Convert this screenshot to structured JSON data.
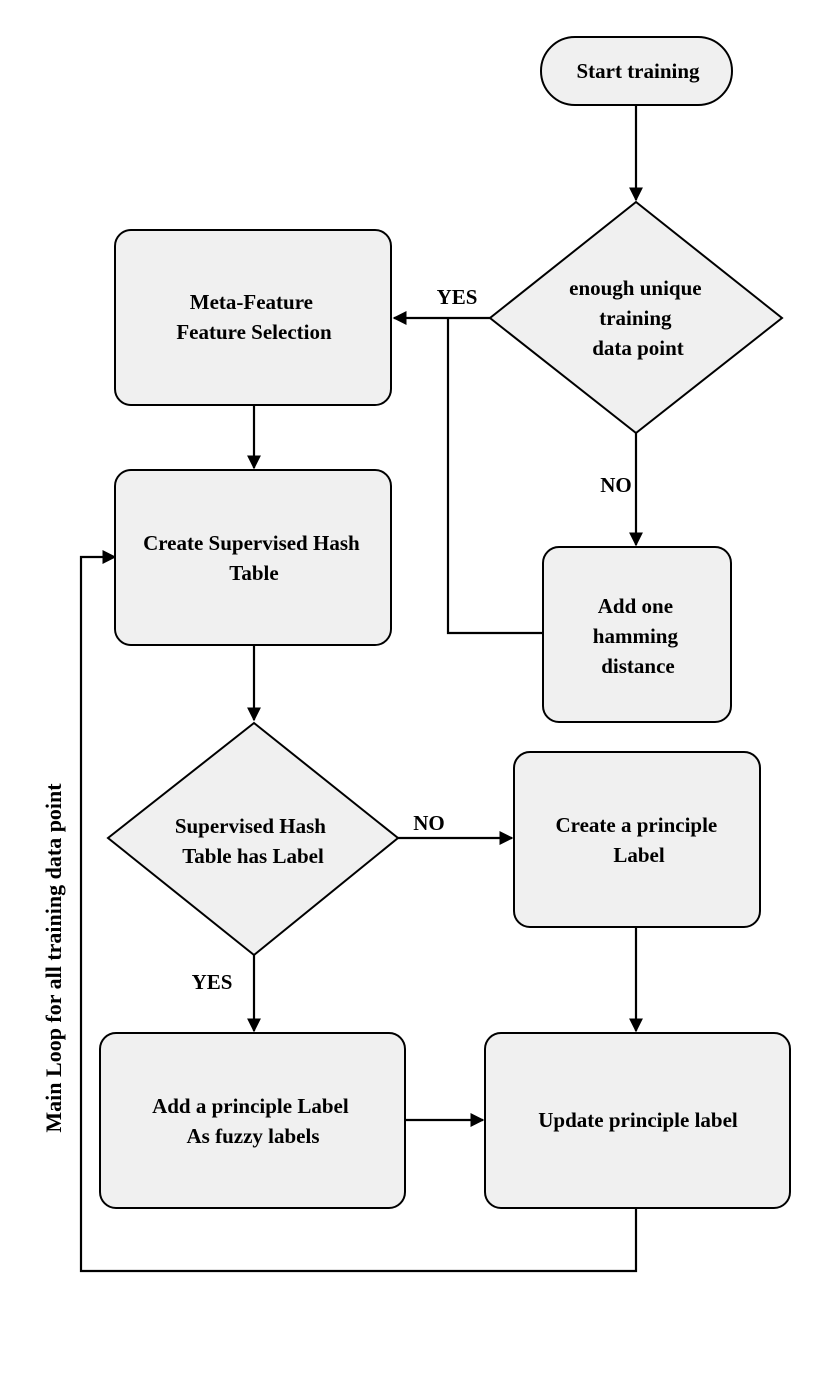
{
  "nodes": {
    "start": {
      "lines": [
        "Start training"
      ]
    },
    "decision_unique": {
      "lines": [
        "enough unique",
        "training",
        "data point"
      ]
    },
    "meta_feature": {
      "lines": [
        "Meta-Feature",
        "Feature Selection"
      ]
    },
    "create_hash": {
      "lines": [
        "Create Supervised Hash",
        "Table"
      ]
    },
    "add_hamming": {
      "lines": [
        "Add one",
        "hamming",
        "distance"
      ]
    },
    "decision_label": {
      "lines": [
        "Supervised Hash",
        "Table has Label"
      ]
    },
    "create_principle": {
      "lines": [
        "Create a principle",
        "Label"
      ]
    },
    "add_fuzzy": {
      "lines": [
        "Add a principle Label",
        "As fuzzy labels"
      ]
    },
    "update_label": {
      "lines": [
        "Update principle label"
      ]
    }
  },
  "edge_labels": {
    "unique_yes": "YES",
    "unique_no": "NO",
    "label_no": "NO",
    "label_yes": "YES"
  },
  "loop_label": "Main Loop for all training data point",
  "colors": {
    "fill": "#f0f0f0",
    "stroke": "#000000"
  }
}
